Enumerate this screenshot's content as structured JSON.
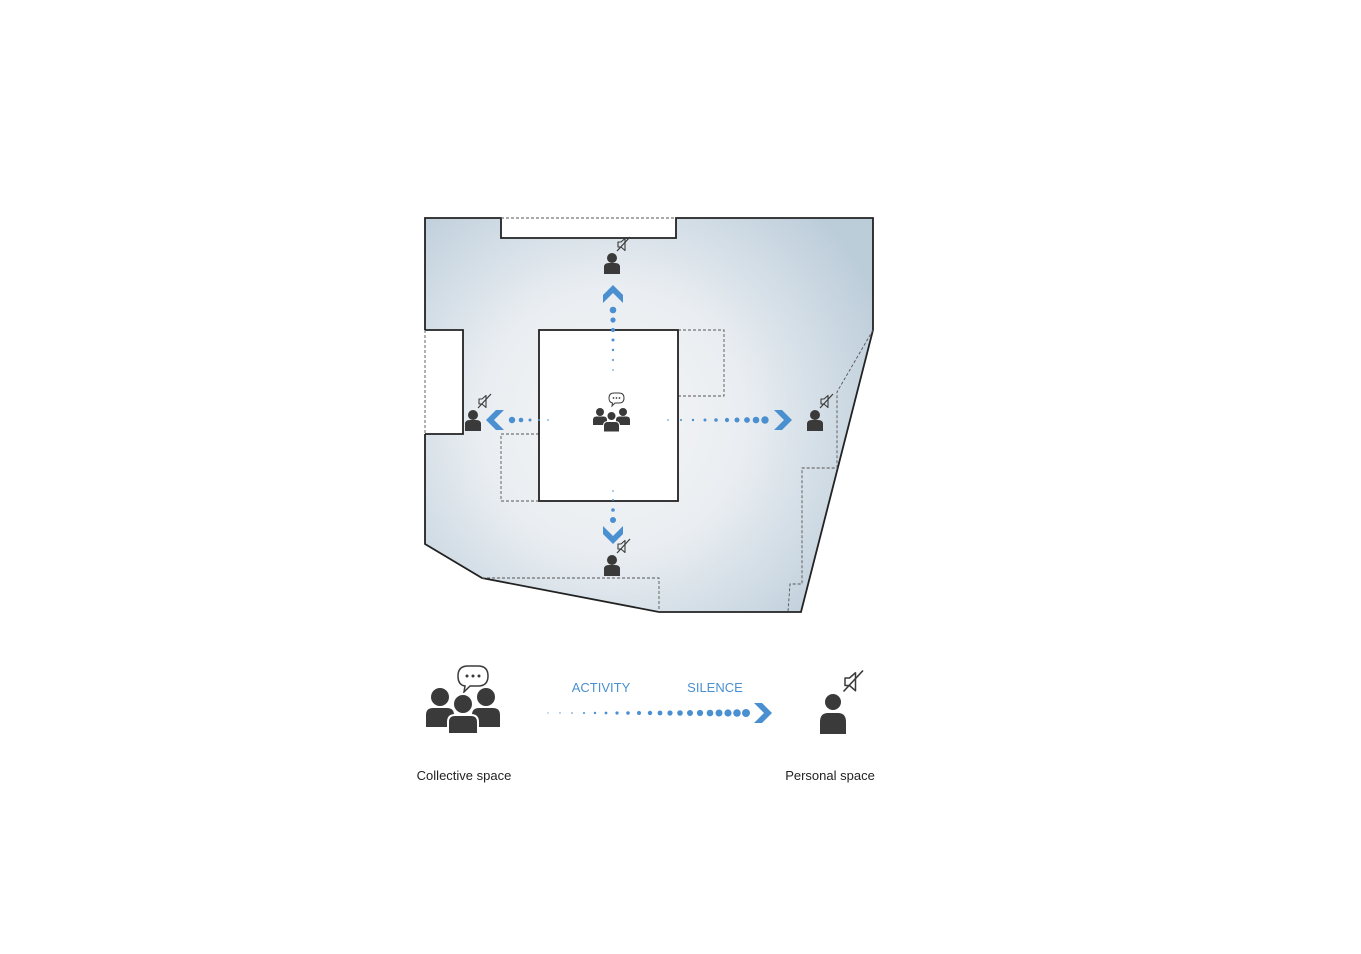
{
  "legend": {
    "activity_label": "ACTIVITY",
    "silence_label": "SILENCE",
    "collective_label": "Collective space",
    "personal_label": "Personal space"
  },
  "colors": {
    "accent_blue": "#4a90d0",
    "floor_edge": "#b9cad8",
    "floor_center": "#f3f3f3",
    "icon_dark": "#3a3a3a",
    "outline": "#222222"
  },
  "icons": {
    "collective": "group-with-speech-bubble-icon",
    "personal": "person-with-muted-speaker-icon"
  }
}
